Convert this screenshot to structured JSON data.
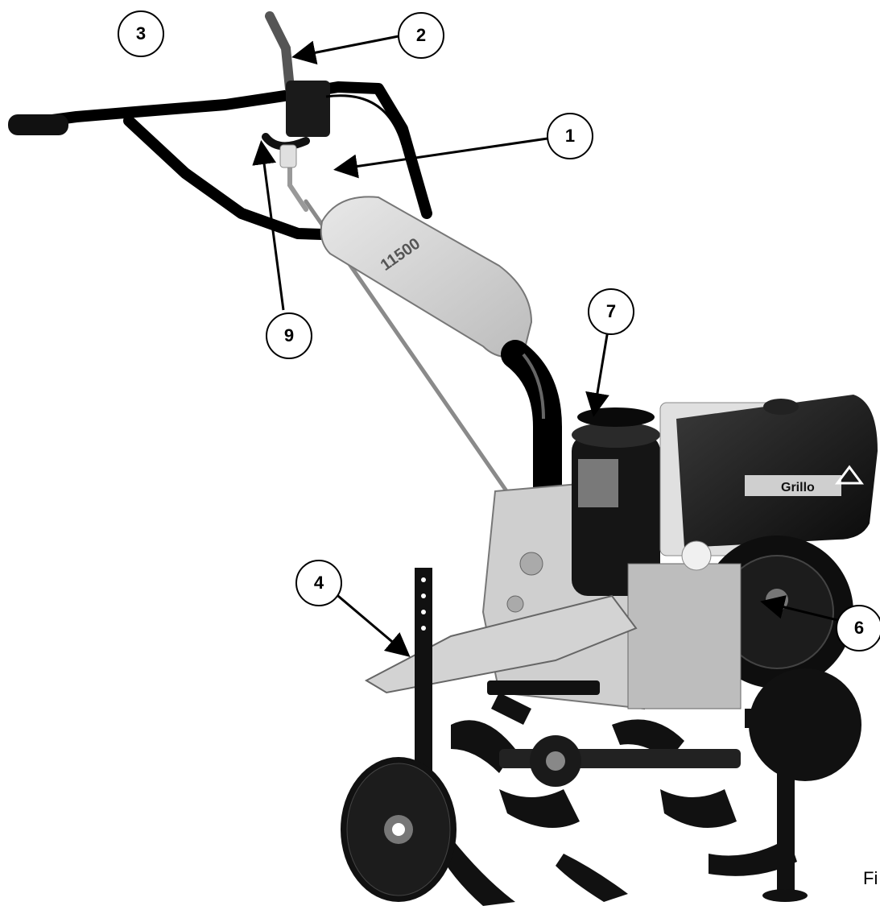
{
  "callouts": [
    {
      "id": "3",
      "label": "3"
    },
    {
      "id": "2",
      "label": "2"
    },
    {
      "id": "1",
      "label": "1"
    },
    {
      "id": "9",
      "label": "9"
    },
    {
      "id": "7",
      "label": "7"
    },
    {
      "id": "4",
      "label": "4"
    },
    {
      "id": "6",
      "label": "6"
    }
  ],
  "engine_brand": "Grillo",
  "hood_model": "11500",
  "figure_label": "Fi",
  "colors": {
    "ink": "#000000",
    "hood": "#d6d6d6",
    "metal": "#bdbdbd",
    "paper": "#ffffff"
  }
}
